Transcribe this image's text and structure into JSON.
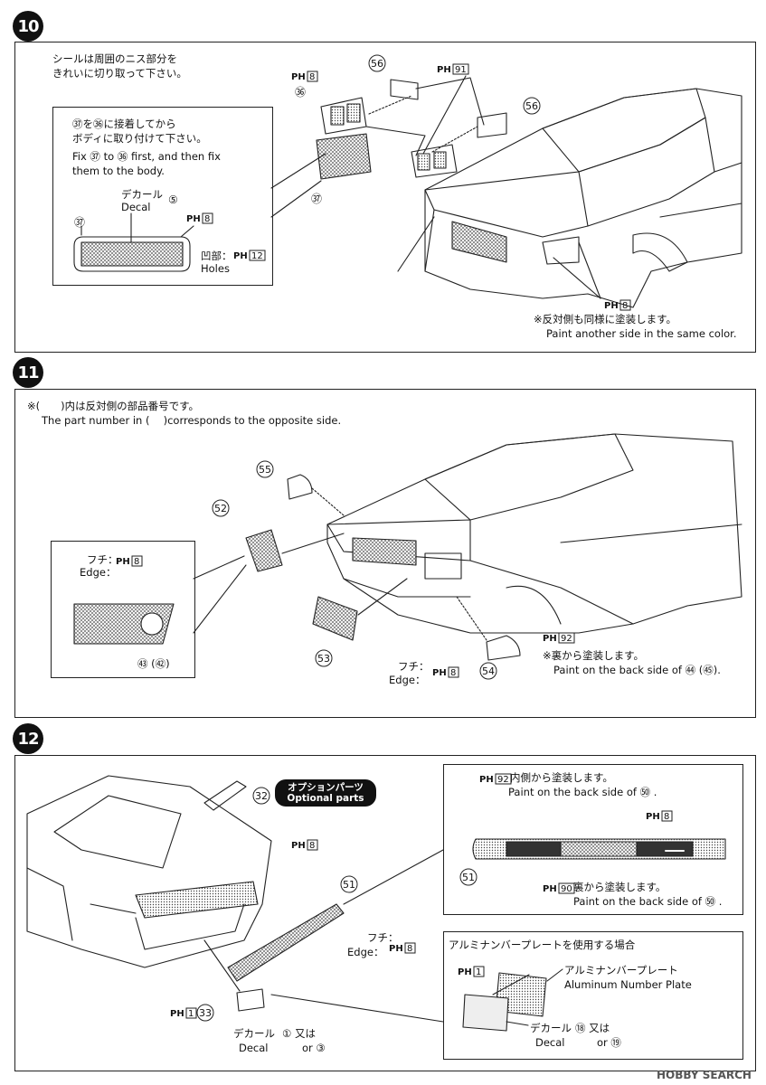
{
  "steps": [
    {
      "number": "10"
    },
    {
      "number": "11"
    },
    {
      "number": "12"
    }
  ],
  "step10": {
    "seal_note_jp1": "シールは周囲のニス部分を",
    "seal_note_jp2": "きれいに切り取って下さい。",
    "inset_jp1": "㊲を㊱に接着してから",
    "inset_jp2": "ボディに取り付けて下さい。",
    "inset_en1": "Fix ㊲ to ㊱ first, and then fix",
    "inset_en2": "them to the body.",
    "decal_jp": "デカール",
    "decal_en": "Decal",
    "decal_no": "⑤",
    "holes_jp": "凹部：",
    "holes_en": "Holes",
    "paint_note_jp": "※反対側も同様に塗装します。",
    "paint_note_en": "Paint another side in the same color.",
    "parts": {
      "p36": "㊱",
      "p37": "㊲",
      "p56a": "56",
      "p56b": "56",
      "p37inset": "㊲"
    },
    "paints": {
      "ph8a": "8",
      "ph91": "91",
      "ph8b": "8",
      "ph12": "12",
      "ph8c": "8"
    }
  },
  "step11": {
    "note_jp": "※(　　)内は反対側の部品番号です。",
    "note_en": "The part number in (　 )corresponds to the opposite side.",
    "edge_jp": "フチ：",
    "edge_en": "Edge：",
    "edge_jp2": "フチ：",
    "edge_en2": "Edge：",
    "back_jp": "※裏から塗装します。",
    "back_en": "Paint on the back side of ㊹ (㊺).",
    "inset_label": "㊸ (㊷)",
    "parts": {
      "p55": "55",
      "p52": "52",
      "p53": "53",
      "p54": "54"
    },
    "paints": {
      "ph8a": "8",
      "ph8b": "8",
      "ph92": "92"
    }
  },
  "step12": {
    "option_jp": "オプションパーツ",
    "option_en": "Optional parts",
    "inside_jp": "内側から塗装します。",
    "inside_en": "Paint on the back side of ㊿ .",
    "back_jp": "裏から塗装します。",
    "back_en": "Paint on the back side of ㊿ .",
    "edge_jp": "フチ：",
    "edge_en": "Edge：",
    "alu_title": "アルミナンバープレートを使用する場合",
    "alu_jp": "アルミナンバープレート",
    "alu_en": "Aluminum Number Plate",
    "decal_jp": "デカール",
    "decal_en": "Decal",
    "decal_nos": "① 又は",
    "decal_or": "or ③",
    "decal2_jp": "デカール",
    "decal2_en": "Decal",
    "decal2_nos": "⑱ 又は",
    "decal2_or": "or ⑲",
    "parts": {
      "p32": "32",
      "p51a": "51",
      "p51b": "51",
      "p33": "33"
    },
    "paints": {
      "ph92": "92",
      "ph8a": "8",
      "ph90": "90",
      "ph8b": "8",
      "ph8c": "8",
      "ph1a": "1",
      "ph1b": "1"
    }
  },
  "watermark": "HOBBY SEARCH"
}
